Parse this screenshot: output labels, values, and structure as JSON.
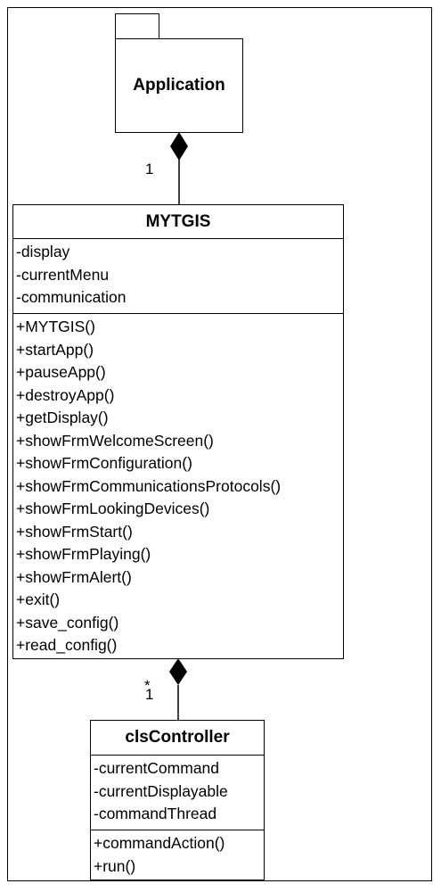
{
  "package": {
    "name": "Application"
  },
  "main_class": {
    "name": "MYTGIS",
    "attributes": [
      "-display",
      "-currentMenu",
      "-communication"
    ],
    "operations": [
      "+MYTGIS()",
      "+startApp()",
      "+pauseApp()",
      "+destroyApp()",
      "+getDisplay()",
      "+showFrmWelcomeScreen()",
      "+showFrmConfiguration()",
      "+showFrmCommunicationsProtocols()",
      "+showFrmLookingDevices()",
      "+showFrmStart()",
      "+showFrmPlaying()",
      "+showFrmAlert()",
      "+exit()",
      "+save_config()",
      "+read_config()"
    ]
  },
  "controller_class": {
    "name": "clsController",
    "attributes": [
      "-currentCommand",
      "-currentDisplayable",
      "-commandThread"
    ],
    "operations": [
      "+commandAction()",
      "+run()"
    ]
  },
  "associations": [
    {
      "from": "Application",
      "to": "MYTGIS",
      "kind": "composition",
      "multiplicity": "1"
    },
    {
      "from": "MYTGIS",
      "to": "clsController",
      "kind": "composition",
      "multiplicity_upper": "*",
      "multiplicity_lower": "1"
    }
  ]
}
